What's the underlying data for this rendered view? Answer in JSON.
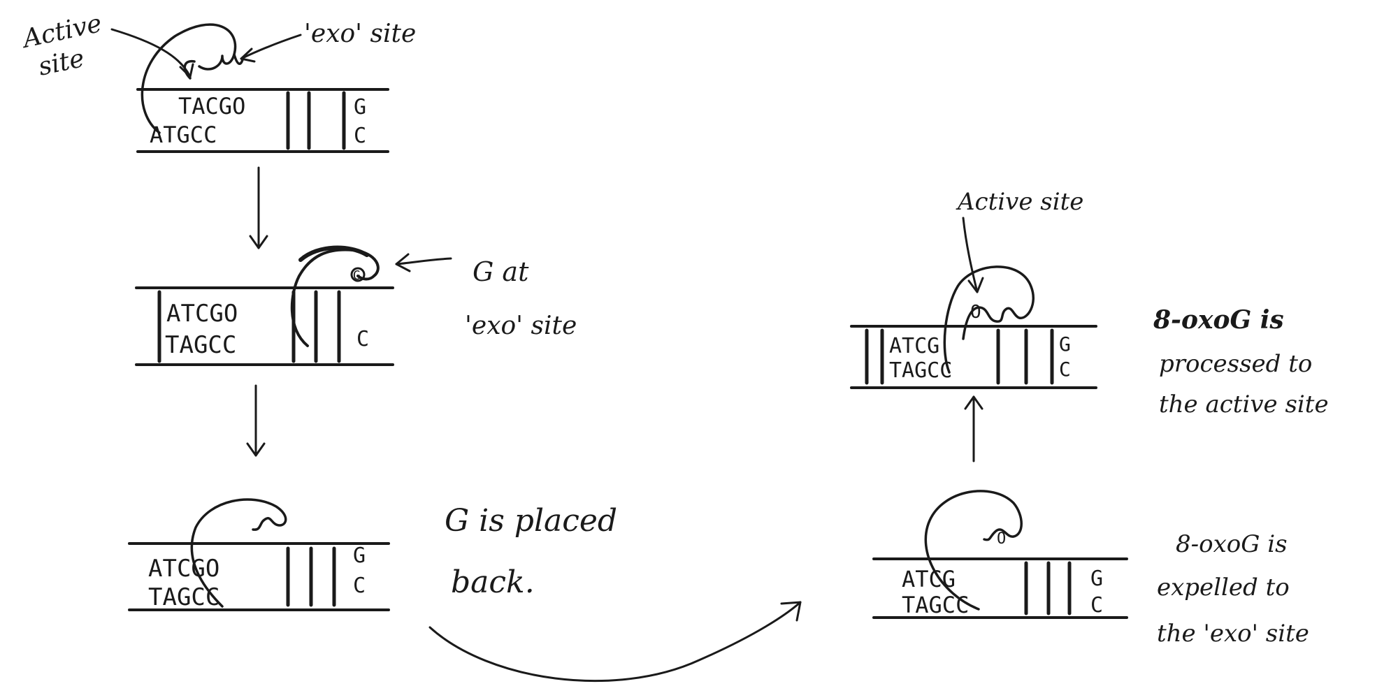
{
  "colors": {
    "ink": "#1a1a1a",
    "paper": "#ffffff"
  },
  "labels": {
    "active_site_top_line1": "Active",
    "active_site_top_line2": "site",
    "exo_site_top": "'exo' site",
    "g_at_exo_line1": "G at",
    "g_at_exo_line2": "'exo' site",
    "g_placed_line1": "G is placed",
    "g_placed_line2": "back.",
    "active_site_right": "Active site",
    "processed_line1": "8-oxoG is",
    "processed_line2": "processed to",
    "processed_line3": "the active site",
    "expelled_line1": "8-oxoG is",
    "expelled_line2": "expelled to",
    "expelled_line3": "the 'exo' site"
  },
  "dna": {
    "panel1": {
      "top": "TACGO",
      "bottom": "ATGCC",
      "top_right": "G",
      "bottom_right": "C",
      "lesion": "O"
    },
    "panel2": {
      "top": "ATCGO",
      "bottom": "TAGCC",
      "top_right": "",
      "bottom_right": "C",
      "exo_base": "G"
    },
    "panel3": {
      "top": "ATCGO",
      "bottom": "TAGCC",
      "top_right": "G",
      "bottom_right": "C"
    },
    "panel4": {
      "top": "ATCG",
      "bottom": "TAGCC",
      "top_right": "G",
      "bottom_right": "C",
      "exo_base": "O"
    },
    "panel5": {
      "top": "ATCG",
      "bottom": "TAGCC",
      "top_right": "G",
      "bottom_right": "C",
      "active_base": "O"
    }
  }
}
